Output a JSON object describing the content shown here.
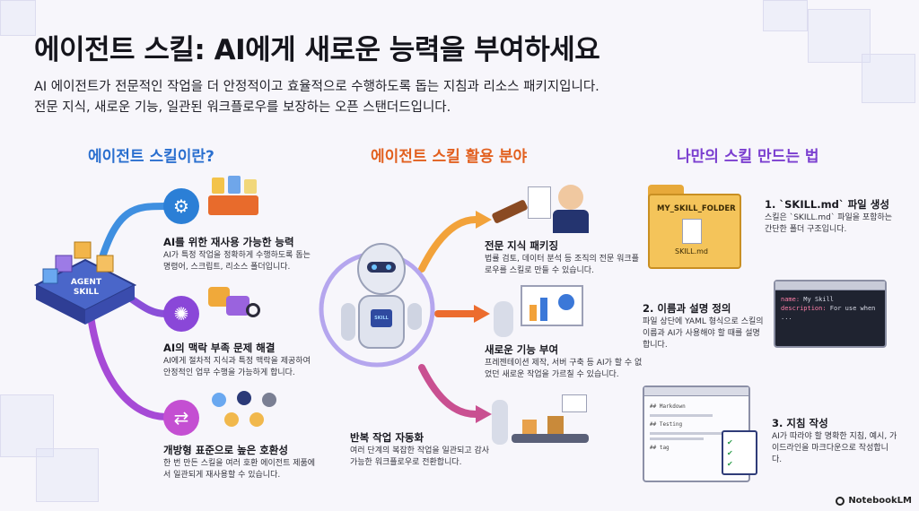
{
  "title": "에이전트 스킬: AI에게 새로운 능력을 부여하세요",
  "intro": {
    "line1": "AI 에이전트가 전문적인 작업을 더 안정적이고 효율적으로 수행하도록 돕는 지침과 리소스 패키지입니다.",
    "line2": "전문 지식, 새로운 기능, 일관된 워크플로우를 보장하는 오픈 스탠더드입니다."
  },
  "columns": {
    "what": "에이전트 스킬이란?",
    "uses": "에이전트 스킬 활용 분야",
    "howto": "나만의 스킬 만드는 법"
  },
  "hub": {
    "line1": "AGENT",
    "line2": "SKILL"
  },
  "what_items": [
    {
      "title": "AI를 위한 재사용 가능한 능력",
      "desc": "AI가 특정 작업을 정확하게 수행하도록 돕는 명령어, 스크립트, 리소스 폴더입니다."
    },
    {
      "title": "AI의 맥락 부족 문제 해결",
      "desc": "AI에게 절차적 지식과 특정 맥락을 제공하여 안정적인 업무 수행을 가능하게 합니다."
    },
    {
      "title": "개방형 표준으로 높은 호환성",
      "desc": "한 번 만든 스킬을 여러 호환 에이전트 제품에서 일관되게 재사용할 수 있습니다."
    }
  ],
  "robot_chip": "SKILL",
  "use_items": [
    {
      "title": "전문 지식 패키징",
      "desc": "법률 검토, 데이터 분석 등 조직의 전문 워크플로우를 스킬로 만들 수 있습니다."
    },
    {
      "title": "새로운 기능 부여",
      "desc": "프레젠테이션 제작, 서버 구축 등 AI가 할 수 없었던 새로운 작업을 가르칠 수 있습니다."
    },
    {
      "title": "반복 작업 자동화",
      "desc": "여러 단계의 복잡한 작업을 일관되고 감사 가능한 워크플로우로 전환합니다."
    }
  ],
  "steps": [
    {
      "title": "1. `SKILL.md` 파일 생성",
      "desc": "스킬은 `SKILL.md` 파일을 포함하는 간단한 폴더 구조입니다."
    },
    {
      "title": "2. 이름과 설명 정의",
      "desc": "파일 상단에 YAML 형식으로 스킬의 이름과 AI가 사용해야 할 때를 설명합니다."
    },
    {
      "title": "3. 지침 작성",
      "desc": "AI가 따라야 할 명확한 지침, 예시, 가이드라인을 마크다운으로 작성합니다."
    }
  ],
  "folder": {
    "name": "MY_SKILL_FOLDER",
    "file": "SKILL.md"
  },
  "editor": {
    "line1_key": "name:",
    "line1_val": "My Skill",
    "line2_key": "description:",
    "line2_val": "For use when",
    "line3": "..."
  },
  "markdown_doc": {
    "h1": "## Markdown",
    "h2": "## Testing",
    "h3": "## tag"
  },
  "footer": "NotebookLM",
  "colors": {
    "blue": "#2a6fcf",
    "orange": "#e2601f",
    "purple": "#7b3fd0"
  }
}
